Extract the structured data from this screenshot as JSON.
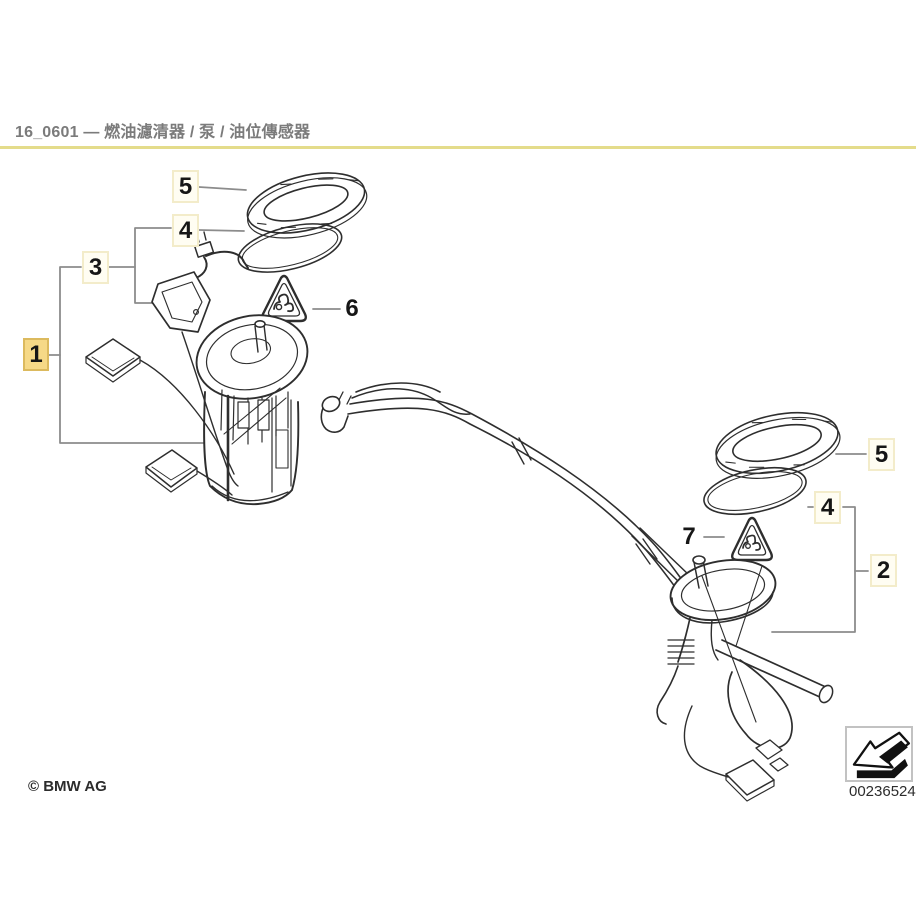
{
  "header": {
    "title": "16_0601 — 燃油濾清器 / 泵 / 油位傳感器"
  },
  "callouts": {
    "1": {
      "label": "1",
      "highlighted": true
    },
    "2": {
      "label": "2",
      "highlighted": false
    },
    "3": {
      "label": "3",
      "highlighted": false
    },
    "4": {
      "label": "4",
      "highlighted": false
    },
    "5": {
      "label": "5",
      "highlighted": false
    },
    "6": {
      "label": "6",
      "highlighted": false
    },
    "7": {
      "label": "7",
      "highlighted": false
    }
  },
  "parts": {
    "1": "fuel pump / level sensor module (left, highlighted)",
    "2": "fuel filter / sensor unit (right)",
    "3": "fuel level sensor with float",
    "4": "O-ring seal",
    "5": "locking ring",
    "6": "warning triangle (left unit)",
    "7": "warning triangle (right unit)"
  },
  "footer": {
    "copyright": "© BMW AG",
    "image_number": "00236524"
  },
  "colors": {
    "divider": "#e4dc8b",
    "highlight_fill": "#f6d987",
    "highlight_border": "#dcba5e",
    "callout_box_border": "#f3ecca",
    "leader_line": "#8c8c8c",
    "art_stroke": "#2e2e2e"
  },
  "icons": {
    "warning_triangle": "fuel-warning-triangle-icon",
    "direction_arrow": "installation-direction-arrow-icon"
  }
}
